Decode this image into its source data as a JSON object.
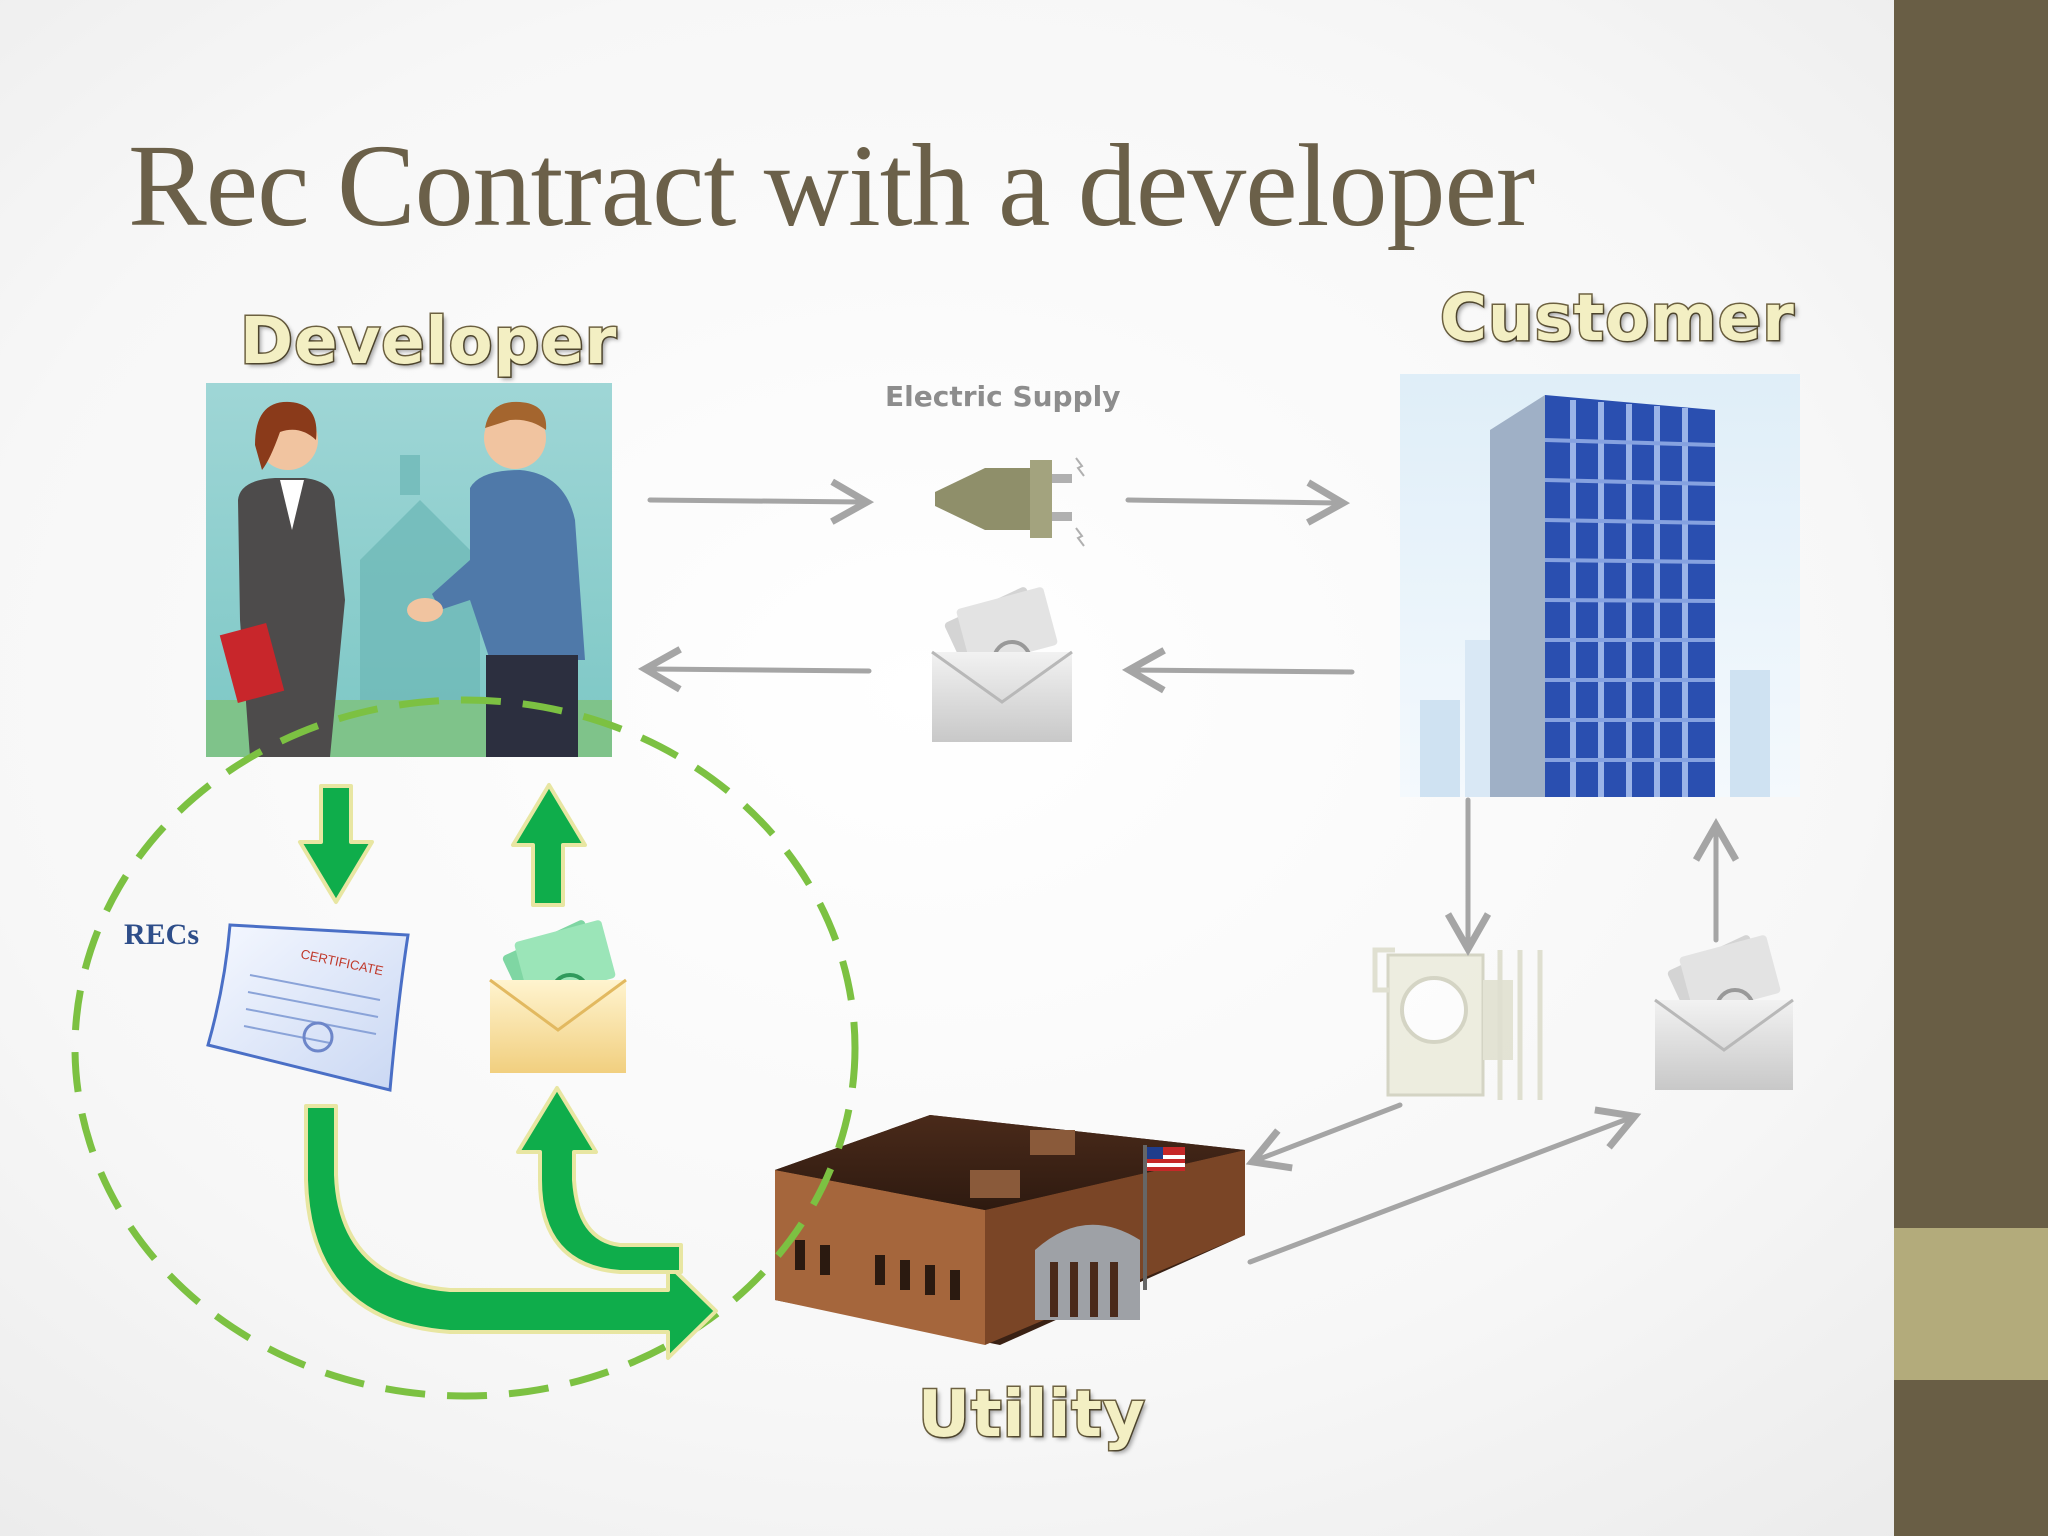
{
  "slide": {
    "title": "Rec Contract with a developer",
    "labels": {
      "developer": "Developer",
      "customer": "Customer",
      "utility": "Utility",
      "electric_supply": "Electric Supply",
      "recs": "RECs"
    },
    "certificate_text": "CERTIFICATE",
    "colors": {
      "title": "#6b6049",
      "sidebar": "#695e45",
      "sidebar_band": "#b3ab7b",
      "green_arrow": "#0fad4b",
      "gray_arrow": "#a5a5a5",
      "dashed_circle": "#7cc142",
      "label_fill": "#f3efc3",
      "label_outline": "#6e6241"
    },
    "icons": [
      "handshake-illustration",
      "plug-icon",
      "money-envelope-icon",
      "office-tower-illustration",
      "certificate-icon",
      "electric-meter-icon",
      "utility-building-illustration",
      "flag-icon"
    ]
  }
}
